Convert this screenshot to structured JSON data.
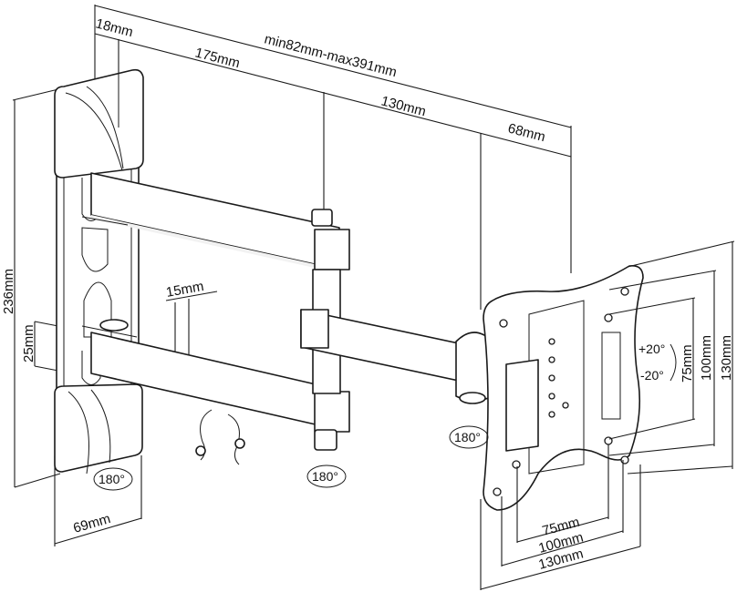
{
  "diagram": {
    "title": "Wall mount bracket dimension drawing",
    "dimensions": {
      "depth_total": "min82mm-max391mm",
      "wall_plate_depth": "18mm",
      "arm1_length": "175mm",
      "arm2_length": "130mm",
      "head_depth": "68mm",
      "height_total": "236mm",
      "arm_spacing": "25mm",
      "arm_thickness": "15mm",
      "wall_plate_width": "69mm",
      "vesa_small": "75mm",
      "vesa_medium": "100mm",
      "vesa_large": "130mm",
      "vesa_small_h": "75mm",
      "vesa_medium_h": "100mm",
      "vesa_large_h": "130mm"
    },
    "rotations": {
      "wall_pivot": "180°",
      "mid_pivot": "180°",
      "head_pivot": "180°",
      "tilt_up": "+20°",
      "tilt_down": "-20°"
    }
  }
}
